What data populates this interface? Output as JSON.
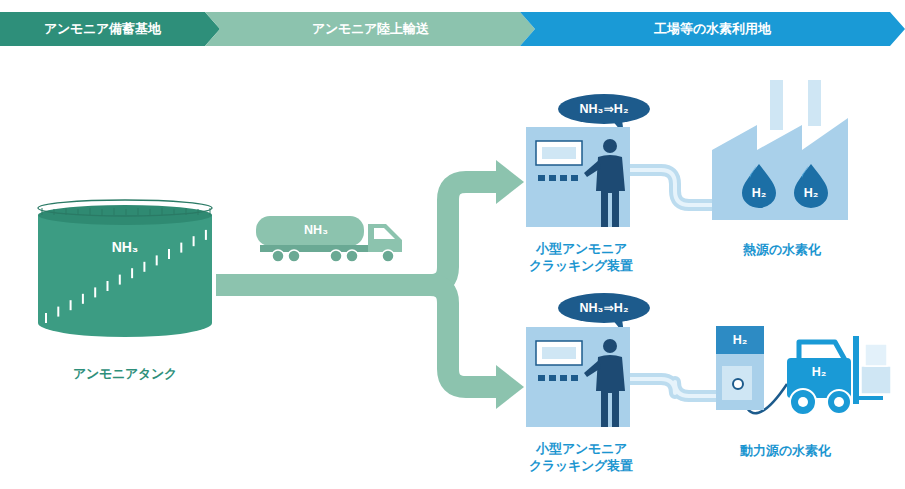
{
  "diagram": {
    "nodes": [
      {
        "text": [
          "アンモニア備蓄基地"
        ]
      },
      {
        "text": [
          "アンモニア陸上輸送"
        ]
      },
      {
        "text": [
          "工場等の水素利用地"
        ]
      },
      {
        "text": [
          "NH₃",
          "アンモニアタンク"
        ]
      },
      {
        "text": [
          "NH₃"
        ]
      },
      {
        "text": [
          "NH₃⇒H₂"
        ]
      },
      {
        "text": [
          "小型アンモニア クラッキング装置"
        ]
      },
      {
        "text": [
          "熱源の水素化"
        ]
      },
      {
        "text": [
          "H₂"
        ],
        "in": 7
      },
      {
        "text": [
          "H₂"
        ],
        "in": 7
      },
      {
        "text": [
          "NH₃⇒H₂"
        ]
      },
      {
        "text": [
          "小型アンモニア クラッキング装置"
        ]
      },
      {
        "text": [
          "H₂"
        ]
      },
      {
        "text": [
          "H₂"
        ]
      }
    ],
    "edges": [
      {
        "from": 3,
        "to": 6,
        "arrow": "to"
      },
      {
        "from": 3,
        "to": 11,
        "arrow": "to"
      },
      {
        "from": 6,
        "to": 7,
        "arrow": "none"
      },
      {
        "from": 11,
        "to": 12,
        "arrow": "none"
      },
      {
        "from": 12,
        "to": 13,
        "arrow": "none"
      }
    ],
    "labels": [
      "動力源の水素化"
    ]
  }
}
